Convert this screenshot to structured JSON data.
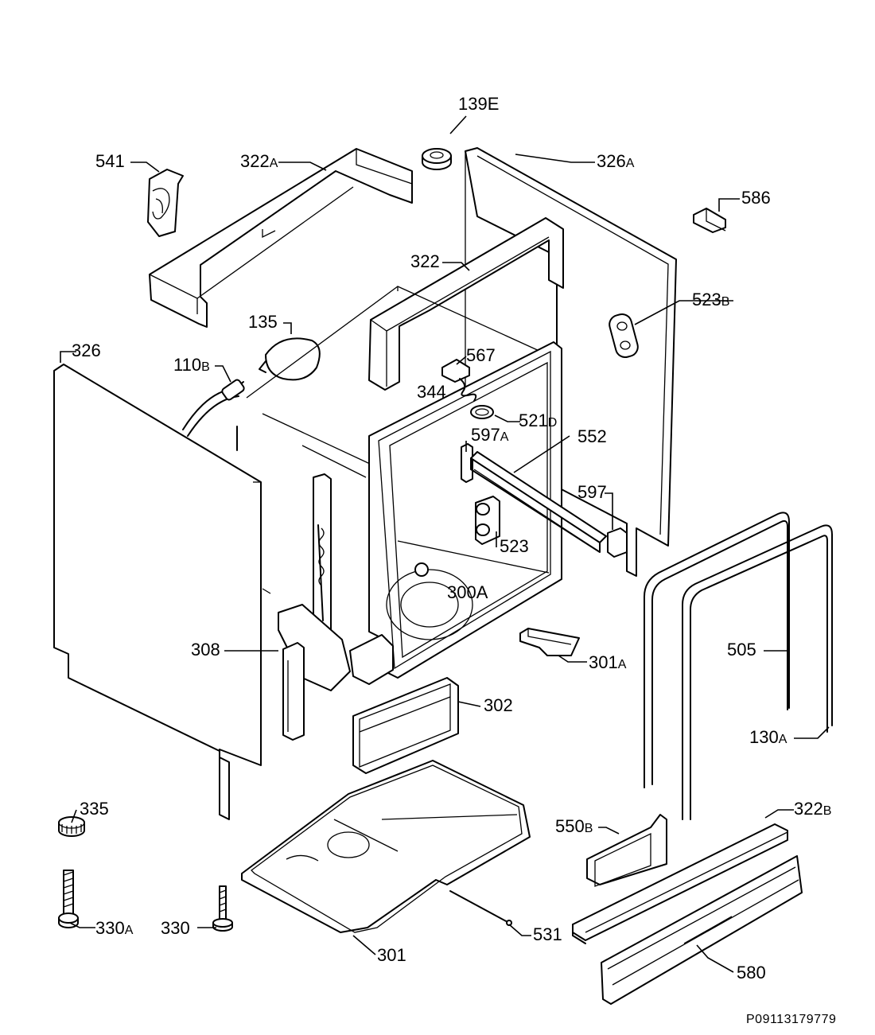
{
  "drawing_code": "P09113179779",
  "labels": {
    "l139e": "139E",
    "l541": "541",
    "l322a": {
      "num": "322",
      "suffix": "A"
    },
    "l326a": {
      "num": "326",
      "suffix": "A"
    },
    "l586": "586",
    "l322": "322",
    "l523b": {
      "num": "523",
      "suffix": "B"
    },
    "l135": "135",
    "l326": "326",
    "l110b": {
      "num": "110",
      "suffix": "B"
    },
    "l567": "567",
    "l344": "344",
    "l521d": {
      "num": "521",
      "suffix": "D"
    },
    "l597a": {
      "num": "597",
      "suffix": "A"
    },
    "l552": "552",
    "l597": "597",
    "l523": "523",
    "l300a": "300A",
    "l308": "308",
    "l301a": {
      "num": "301",
      "suffix": "A"
    },
    "l505": "505",
    "l302": "302",
    "l130a": {
      "num": "130",
      "suffix": "A"
    },
    "l335": "335",
    "l550b": {
      "num": "550",
      "suffix": "B"
    },
    "l322b": {
      "num": "322",
      "suffix": "B"
    },
    "l330a": {
      "num": "330",
      "suffix": "A"
    },
    "l330": "330",
    "l531": "531",
    "l301": "301",
    "l580": "580"
  }
}
